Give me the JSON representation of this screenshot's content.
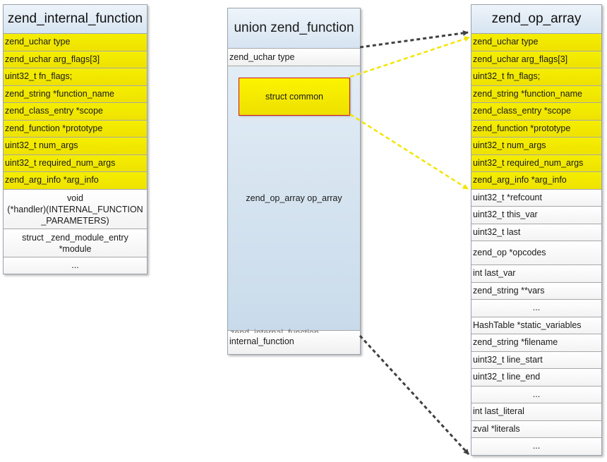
{
  "left_table": {
    "title": "zend_internal_function",
    "rows": [
      {
        "text": "zend_uchar type",
        "hl": true
      },
      {
        "text": "zend_uchar arg_flags[3]",
        "hl": true
      },
      {
        "text": "uint32_t fn_flags;",
        "hl": true
      },
      {
        "text": "zend_string *function_name",
        "hl": true
      },
      {
        "text": "zend_class_entry *scope",
        "hl": true
      },
      {
        "text": "zend_function *prototype",
        "hl": true
      },
      {
        "text": "uint32_t num_args",
        "hl": true
      },
      {
        "text": "uint32_t required_num_args",
        "hl": true
      },
      {
        "text": "zend_arg_info *arg_info",
        "hl": true
      },
      {
        "text": "void\n(*handler)(INTERNAL_FUNCTION\n_PARAMETERS)",
        "hl": false,
        "center": true,
        "multiline": true
      },
      {
        "text": "struct _zend_module_entry\n*module",
        "hl": false,
        "center": true,
        "multiline": true
      },
      {
        "text": "...",
        "hl": false,
        "center": true
      }
    ]
  },
  "union_box": {
    "title": "union zend_function",
    "type_field": "zend_uchar type",
    "common_label": "struct common",
    "op_array_label": "zend_op_array op_array",
    "internal_hidden_label": "zend_internal_function",
    "internal_label": "internal_function"
  },
  "right_table": {
    "title": "zend_op_array",
    "rows": [
      {
        "text": "zend_uchar type",
        "hl": true
      },
      {
        "text": "zend_uchar arg_flags[3]",
        "hl": true
      },
      {
        "text": "uint32_t fn_flags;",
        "hl": true
      },
      {
        "text": "zend_string *function_name",
        "hl": true
      },
      {
        "text": "zend_class_entry *scope",
        "hl": true
      },
      {
        "text": "zend_function *prototype",
        "hl": true
      },
      {
        "text": "uint32_t num_args",
        "hl": true
      },
      {
        "text": "uint32_t required_num_args",
        "hl": true
      },
      {
        "text": "zend_arg_info *arg_info",
        "hl": true
      },
      {
        "text": "uint32_t *refcount",
        "hl": false
      },
      {
        "text": "uint32_t this_var",
        "hl": false
      },
      {
        "text": "uint32_t last",
        "hl": false
      },
      {
        "text": "zend_op *opcodes",
        "hl": false,
        "tall": true
      },
      {
        "text": "int last_var",
        "hl": false
      },
      {
        "text": "zend_string **vars",
        "hl": false
      },
      {
        "text": "...",
        "hl": false,
        "center": true
      },
      {
        "text": "HashTable *static_variables",
        "hl": false
      },
      {
        "text": "zend_string *filename",
        "hl": false
      },
      {
        "text": "uint32_t line_start",
        "hl": false
      },
      {
        "text": "uint32_t line_end",
        "hl": false
      },
      {
        "text": "...",
        "hl": false,
        "center": true
      },
      {
        "text": "int last_literal",
        "hl": false
      },
      {
        "text": "zval *literals",
        "hl": false
      },
      {
        "text": "...",
        "hl": false,
        "center": true
      }
    ]
  },
  "colors": {
    "highlight": "#f2e900",
    "header": "#d6e4f1",
    "dashed_yellow": "#f2e600",
    "dashed_dark": "#404040",
    "common_border": "#d21414"
  }
}
